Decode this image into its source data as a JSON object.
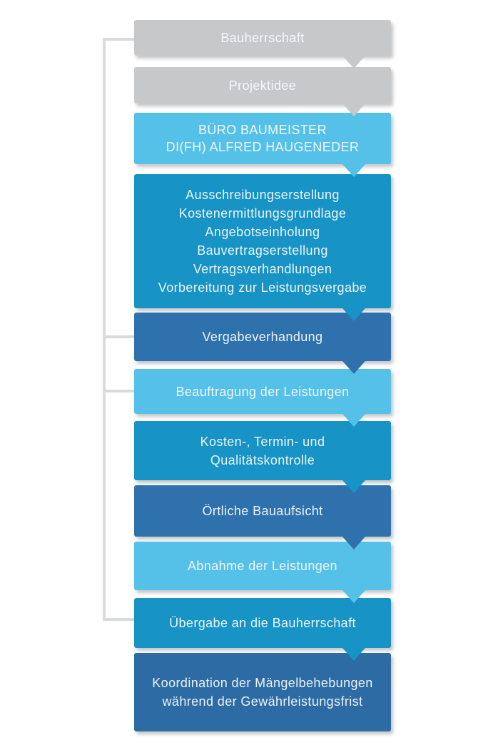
{
  "palette": {
    "gray_box": "#c6c8ca",
    "light_blue": "#55c1e9",
    "medium_blue": "#1793c6",
    "steel_blue": "#2e71ac",
    "dark_steel_blue": "#2d6ba4",
    "connector_gray": "#d9dadb",
    "text_color": "#f7fafc",
    "background": "#ffffff"
  },
  "flowchart": {
    "description": "Vertical process flow of construction project phases with left feedback rail",
    "steps": [
      {
        "id": "bauherrschaft",
        "tone": "gray",
        "arrow_to_next": true,
        "connected_to_rail": true,
        "lines": [
          "Bauherrschaft"
        ]
      },
      {
        "id": "projektidee",
        "tone": "gray",
        "arrow_to_next": true,
        "connected_to_rail": false,
        "lines": [
          "Projektidee"
        ]
      },
      {
        "id": "buero-baumeister",
        "tone": "light",
        "arrow_to_next": true,
        "connected_to_rail": false,
        "lines": [
          "BÜRO BAUMEISTER",
          "DI(FH) ALFRED HAUGENEDER"
        ]
      },
      {
        "id": "vergabevorbereitung",
        "tone": "medium",
        "arrow_to_next": true,
        "connected_to_rail": false,
        "lines": [
          "Ausschreibungserstellung",
          "Kostenermittlungsgrundlage",
          "Angebotseinholung",
          "Bauvertragserstellung",
          "Vertragsverhandlungen",
          "Vorbereitung zur Leistungsvergabe"
        ]
      },
      {
        "id": "vergabeverhandung",
        "tone": "steel",
        "arrow_to_next": true,
        "connected_to_rail": true,
        "lines": [
          "Vergabeverhandung"
        ]
      },
      {
        "id": "beauftragung",
        "tone": "light",
        "arrow_to_next": true,
        "connected_to_rail": true,
        "lines": [
          "Beauftragung der Leistungen"
        ]
      },
      {
        "id": "kontrolle",
        "tone": "medium",
        "arrow_to_next": true,
        "connected_to_rail": false,
        "lines": [
          "Kosten-, Termin- und",
          "Qualitätskontrolle"
        ]
      },
      {
        "id": "bauaufsicht",
        "tone": "steel",
        "arrow_to_next": true,
        "connected_to_rail": false,
        "lines": [
          "Örtliche Bauaufsicht"
        ]
      },
      {
        "id": "abnahme",
        "tone": "light",
        "arrow_to_next": true,
        "connected_to_rail": false,
        "lines": [
          "Abnahme der Leistungen"
        ]
      },
      {
        "id": "uebergabe",
        "tone": "medium",
        "arrow_to_next": true,
        "connected_to_rail": true,
        "lines": [
          "Übergabe an die Bauherrschaft"
        ]
      },
      {
        "id": "maengelbehebung",
        "tone": "dark",
        "arrow_to_next": false,
        "connected_to_rail": false,
        "lines": [
          "Koordination der Mängelbehebungen",
          "während der Gewährleistungsfrist"
        ]
      }
    ]
  }
}
